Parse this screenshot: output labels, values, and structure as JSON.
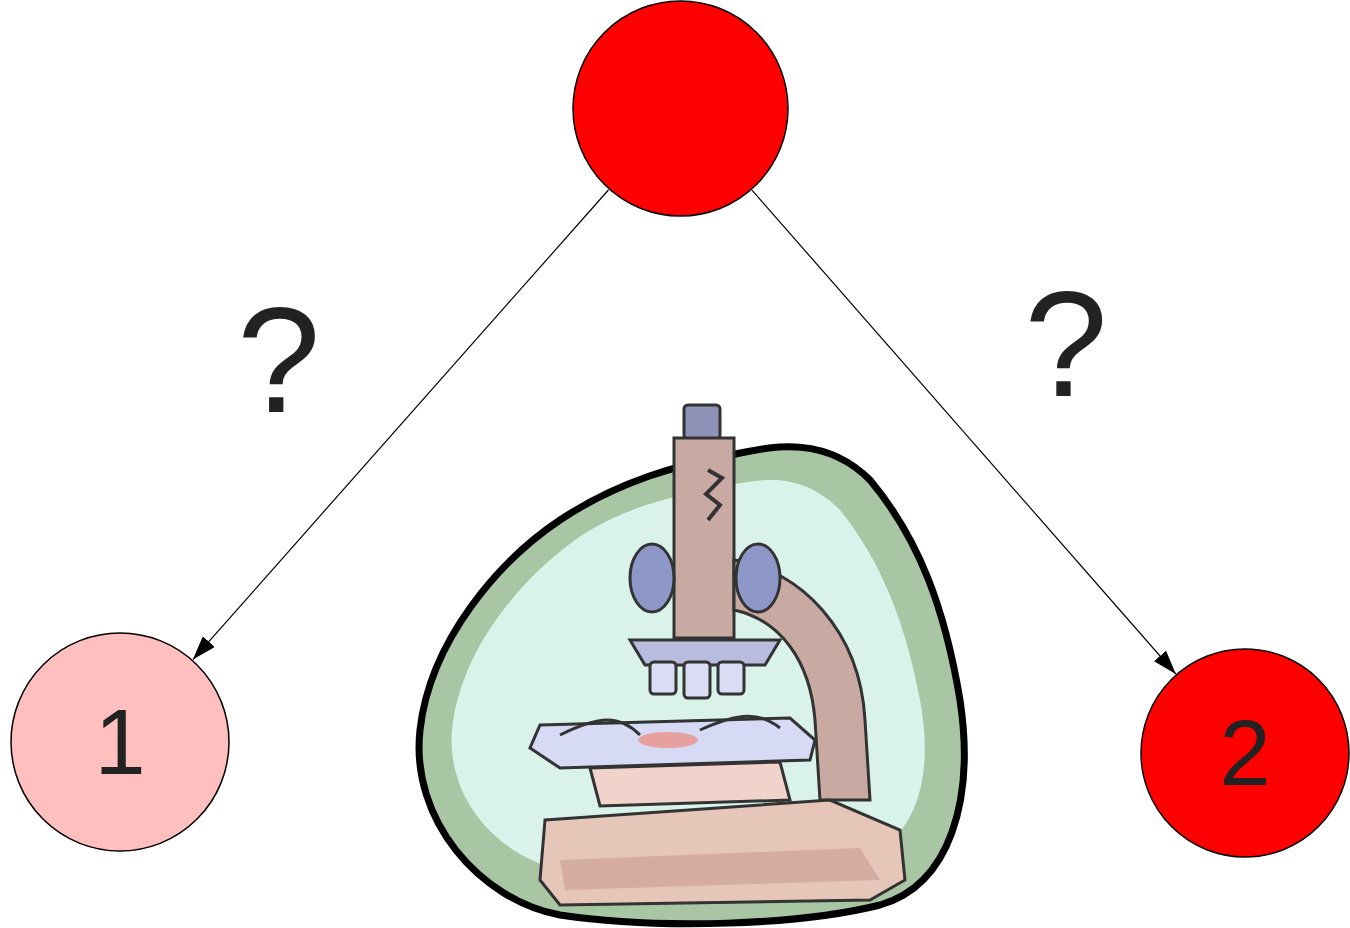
{
  "diagram": {
    "nodes": [
      {
        "text": []
      },
      {
        "text": [
          "1"
        ]
      },
      {
        "text": [
          "2"
        ]
      }
    ],
    "edges": [
      {
        "from": 0,
        "to": 1,
        "arrow": "to",
        "label": "?"
      },
      {
        "from": 0,
        "to": 2,
        "arrow": "to",
        "label": "?"
      }
    ]
  }
}
